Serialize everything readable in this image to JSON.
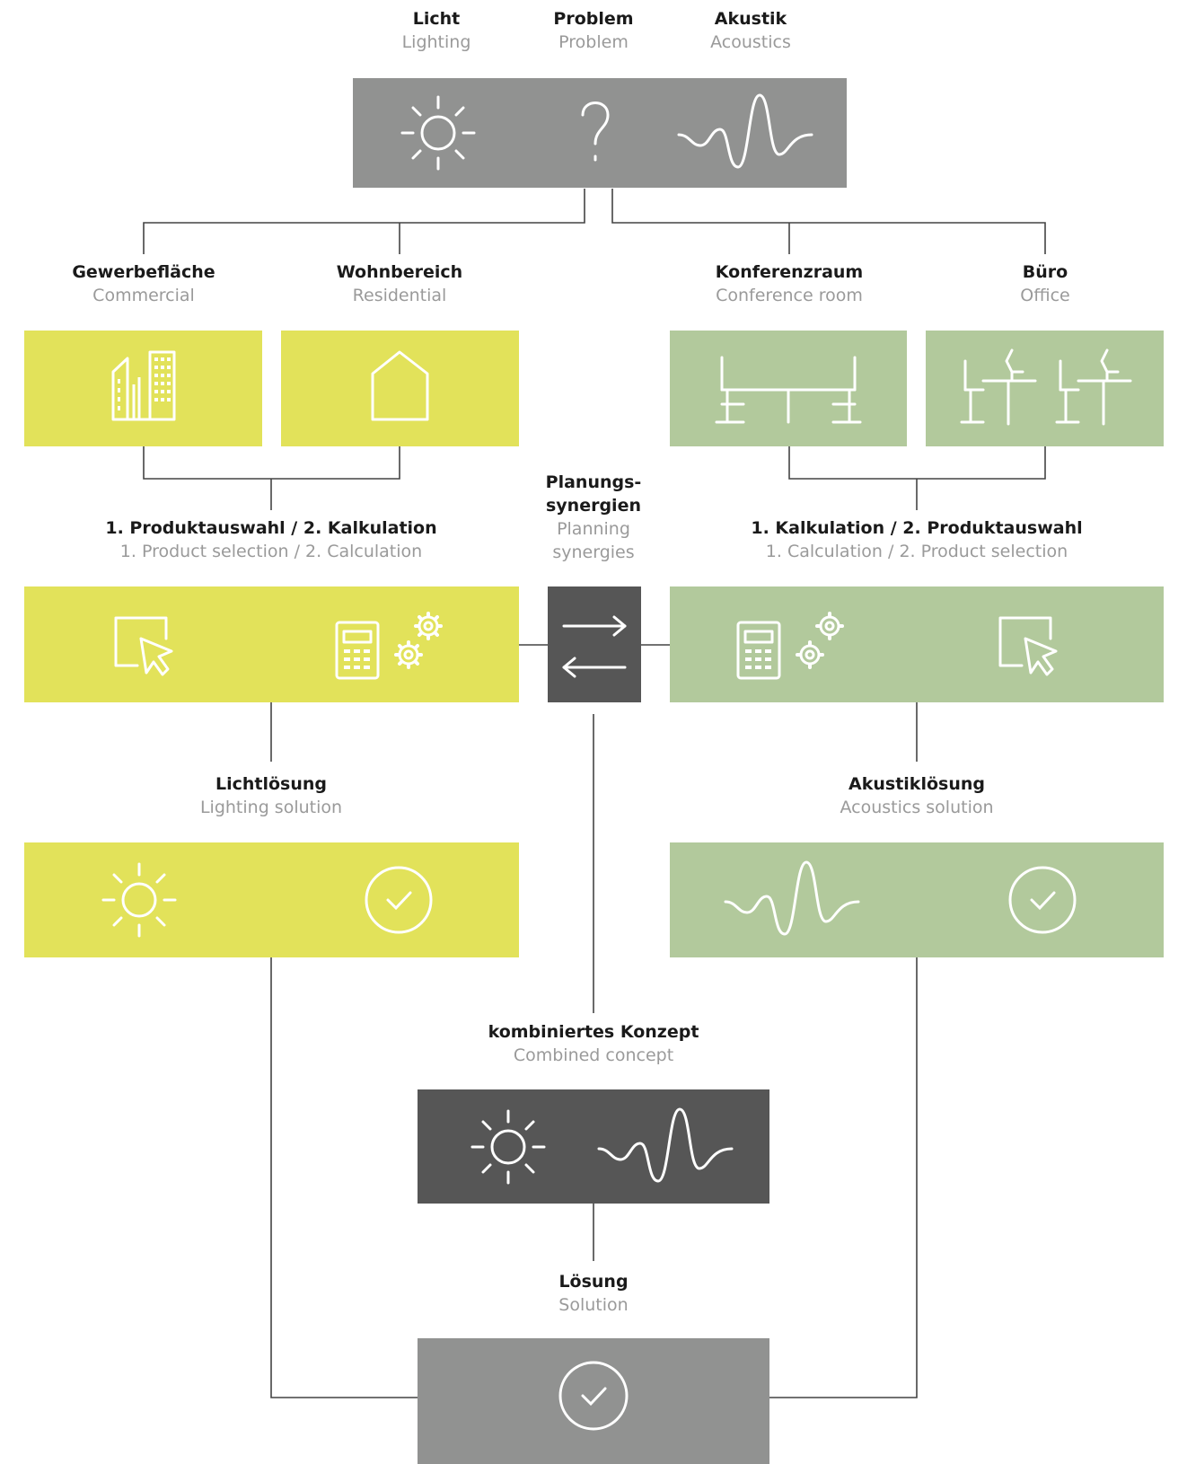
{
  "colors": {
    "yellow": "#e2e25a",
    "green": "#b2c99c",
    "grey": "#919291",
    "dark": "#565656",
    "line": "#444444",
    "icon": "#ffffff"
  },
  "labels": {
    "licht": {
      "de": "Licht",
      "en": "Lighting"
    },
    "problem": {
      "de": "Problem",
      "en": "Problem"
    },
    "akustik": {
      "de": "Akustik",
      "en": "Acoustics"
    },
    "gewerbe": {
      "de": "Gewerbefläche",
      "en": "Commercial"
    },
    "wohn": {
      "de": "Wohnbereich",
      "en": "Residential"
    },
    "konferenz": {
      "de": "Konferenzraum",
      "en": "Conference room"
    },
    "buero": {
      "de": "Büro",
      "en": "Office"
    },
    "produkt_left": {
      "de": "1. Produktauswahl / 2. Kalkulation",
      "en": "1. Product selection / 2. Calculation"
    },
    "synergien": {
      "de1": "Planungs-",
      "de2": "synergien",
      "en1": "Planning",
      "en2": "synergies"
    },
    "kalk_right": {
      "de": "1. Kalkulation / 2. Produktauswahl",
      "en": "1. Calculation / 2. Product selection"
    },
    "lichtloesung": {
      "de": "Lichtlösung",
      "en": "Lighting solution"
    },
    "akustikloesung": {
      "de": "Akustiklösung",
      "en": "Acoustics solution"
    },
    "kombiniert": {
      "de": "kombiniertes Konzept",
      "en": "Combined concept"
    },
    "loesung": {
      "de": "Lösung",
      "en": "Solution"
    }
  },
  "icons": {
    "problem_box": [
      "sun-icon",
      "question-mark-icon",
      "sound-wave-icon"
    ],
    "commercial_box": [
      "office-buildings-icon"
    ],
    "residential_box": [
      "house-icon"
    ],
    "conference_box": [
      "conference-table-icon"
    ],
    "office_box": [
      "office-desks-icon"
    ],
    "product_left_box": [
      "cursor-select-icon",
      "calculator-gears-icon"
    ],
    "synergy_box": [
      "exchange-arrows-icon"
    ],
    "calc_right_box": [
      "calculator-gears-icon",
      "cursor-select-icon"
    ],
    "lighting_solution_box": [
      "sun-icon",
      "check-circle-icon"
    ],
    "acoustics_solution_box": [
      "sound-wave-icon",
      "check-circle-icon"
    ],
    "combined_box": [
      "sun-icon",
      "sound-wave-icon"
    ],
    "solution_box": [
      "check-circle-icon"
    ]
  }
}
